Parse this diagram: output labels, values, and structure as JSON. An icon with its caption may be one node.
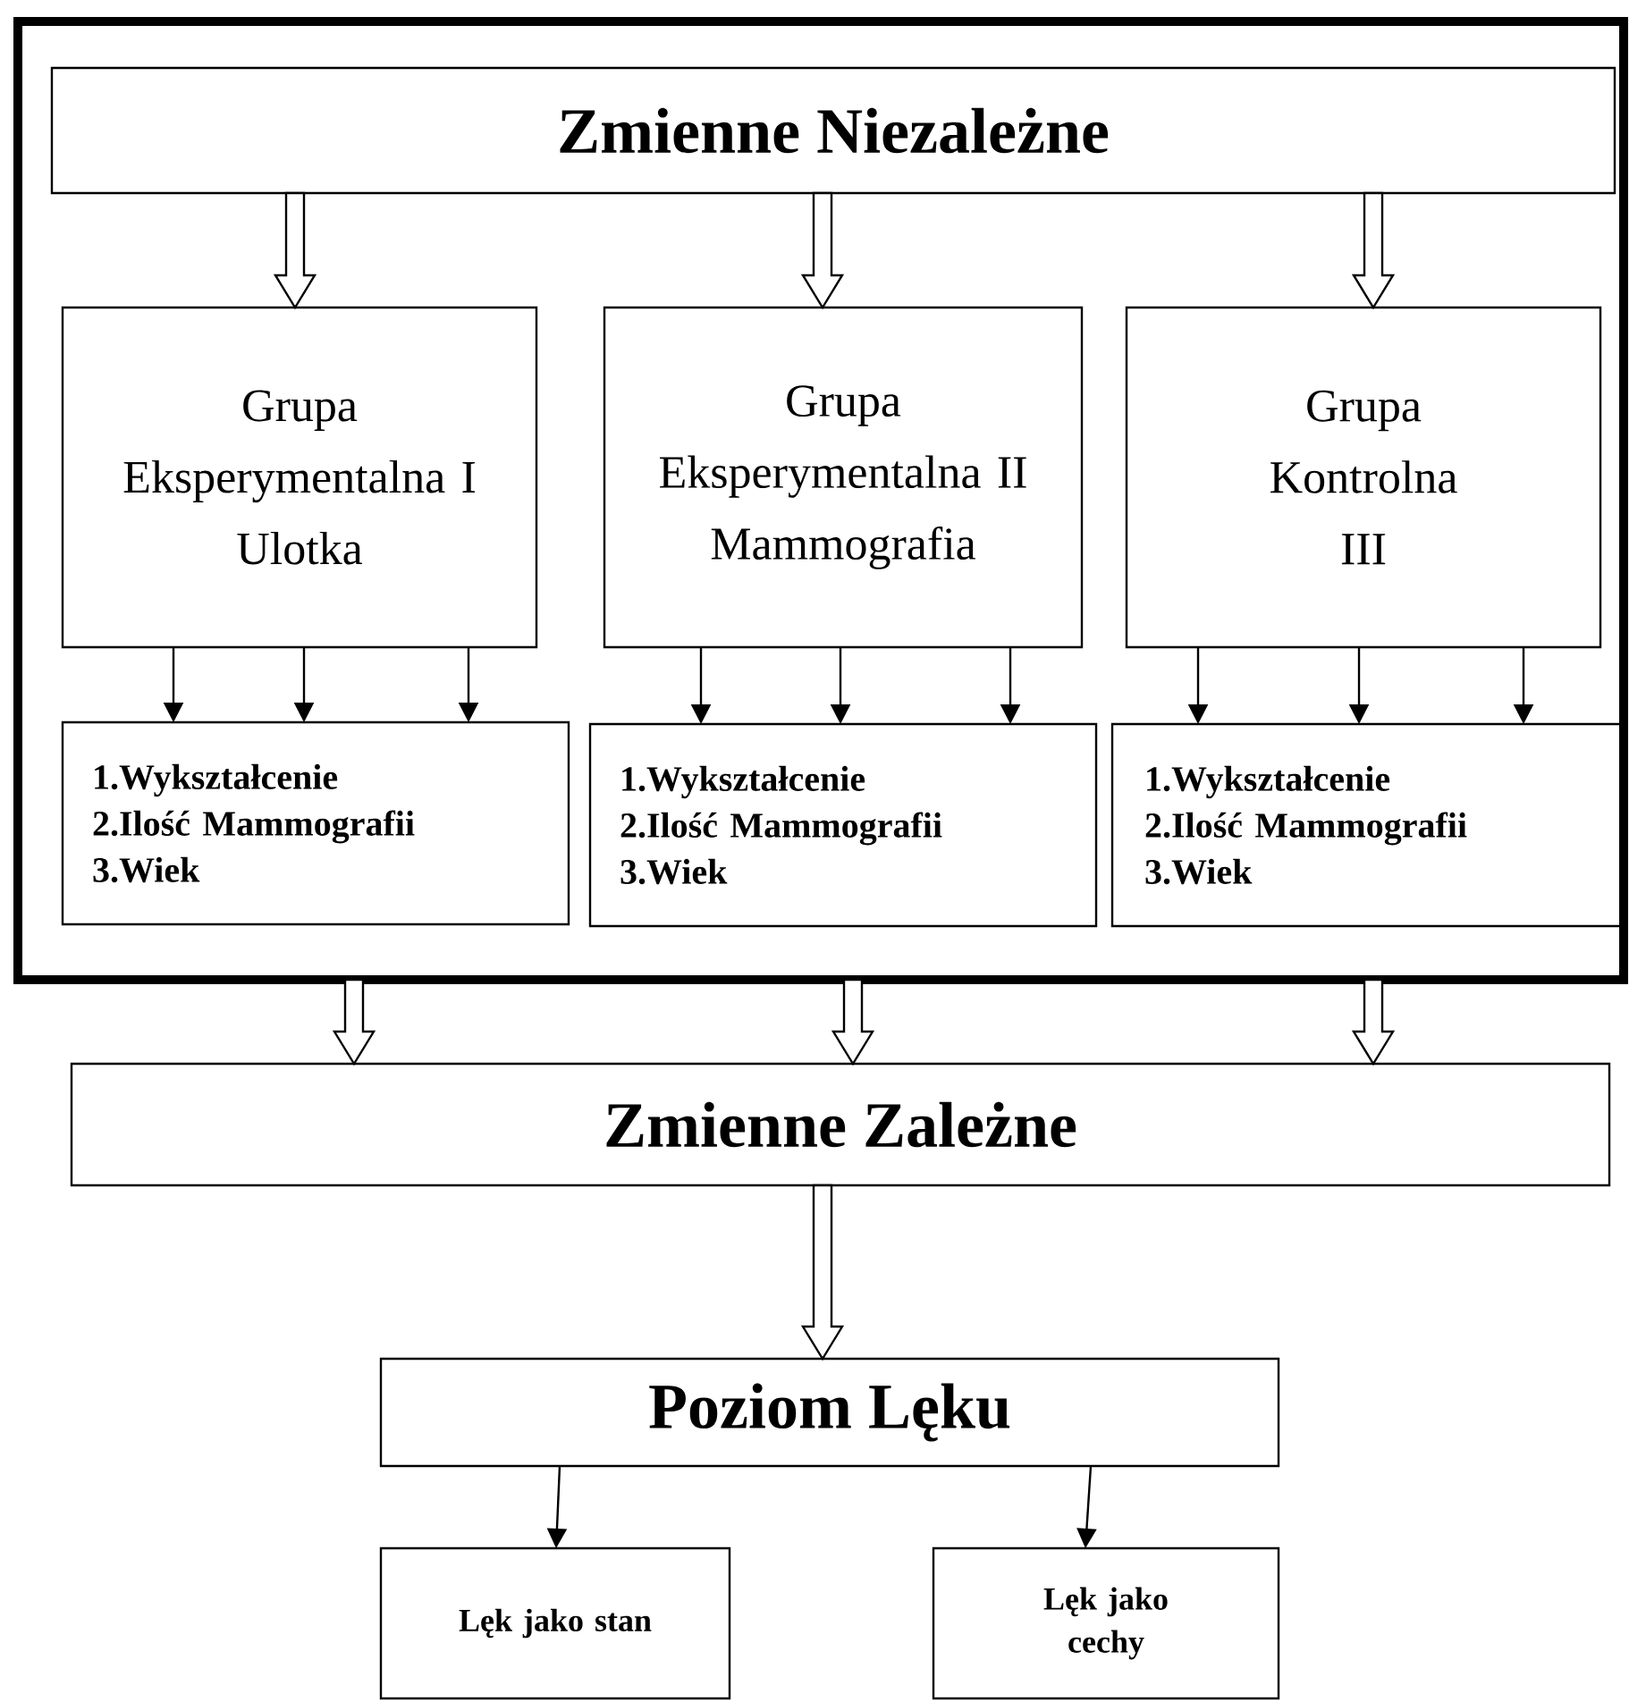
{
  "diagram": {
    "nodes": [
      {
        "text": [],
        "shape": "box"
      },
      {
        "text": [
          "Zmienne Niezależne"
        ],
        "in": 0
      },
      {
        "text": [
          "Grupa Eksperymentalna I",
          "Ulotka"
        ],
        "in": 0
      },
      {
        "text": [
          "Grupa Eksperymentalna II",
          "Mammografia"
        ],
        "in": 0
      },
      {
        "text": [
          "Grupa Kontrolna III"
        ],
        "in": 0
      },
      {
        "text": [
          "1.Wykształcenie",
          "2.Ilość Mammografii",
          "3.Wiek"
        ],
        "in": 0
      },
      {
        "text": [
          "1.Wykształcenie",
          "2.Ilość Mammografii",
          "3.Wiek"
        ],
        "in": 0
      },
      {
        "text": [
          "1.Wykształcenie",
          "2.Ilość Mammografii",
          "3.Wiek"
        ],
        "in": 0
      },
      {
        "text": [
          "Zmienne Zależne"
        ]
      },
      {
        "text": [
          "Poziom Lęku"
        ]
      },
      {
        "text": [
          "Lęk jako stan"
        ]
      },
      {
        "text": [
          "Lęk jako cechy"
        ]
      }
    ],
    "edges": [
      {
        "from": 1,
        "to": 2,
        "arrow": "to",
        "style": "thick"
      },
      {
        "from": 1,
        "to": 3,
        "arrow": "to",
        "style": "thick"
      },
      {
        "from": 1,
        "to": 4,
        "arrow": "to",
        "style": "thick"
      },
      {
        "from": 2,
        "to": 5,
        "arrow": "to"
      },
      {
        "from": 2,
        "to": 5,
        "arrow": "to"
      },
      {
        "from": 2,
        "to": 5,
        "arrow": "to"
      },
      {
        "from": 3,
        "to": 6,
        "arrow": "to"
      },
      {
        "from": 3,
        "to": 6,
        "arrow": "to"
      },
      {
        "from": 3,
        "to": 6,
        "arrow": "to"
      },
      {
        "from": 4,
        "to": 7,
        "arrow": "to"
      },
      {
        "from": 4,
        "to": 7,
        "arrow": "to"
      },
      {
        "from": 4,
        "to": 7,
        "arrow": "to"
      },
      {
        "from": 0,
        "to": 8,
        "arrow": "to",
        "style": "thick"
      },
      {
        "from": 0,
        "to": 8,
        "arrow": "to",
        "style": "thick"
      },
      {
        "from": 0,
        "to": 8,
        "arrow": "to",
        "style": "thick"
      },
      {
        "from": 8,
        "to": 9,
        "arrow": "to",
        "style": "thick"
      },
      {
        "from": 9,
        "to": 10,
        "arrow": "to"
      },
      {
        "from": 9,
        "to": 11,
        "arrow": "to"
      }
    ]
  }
}
